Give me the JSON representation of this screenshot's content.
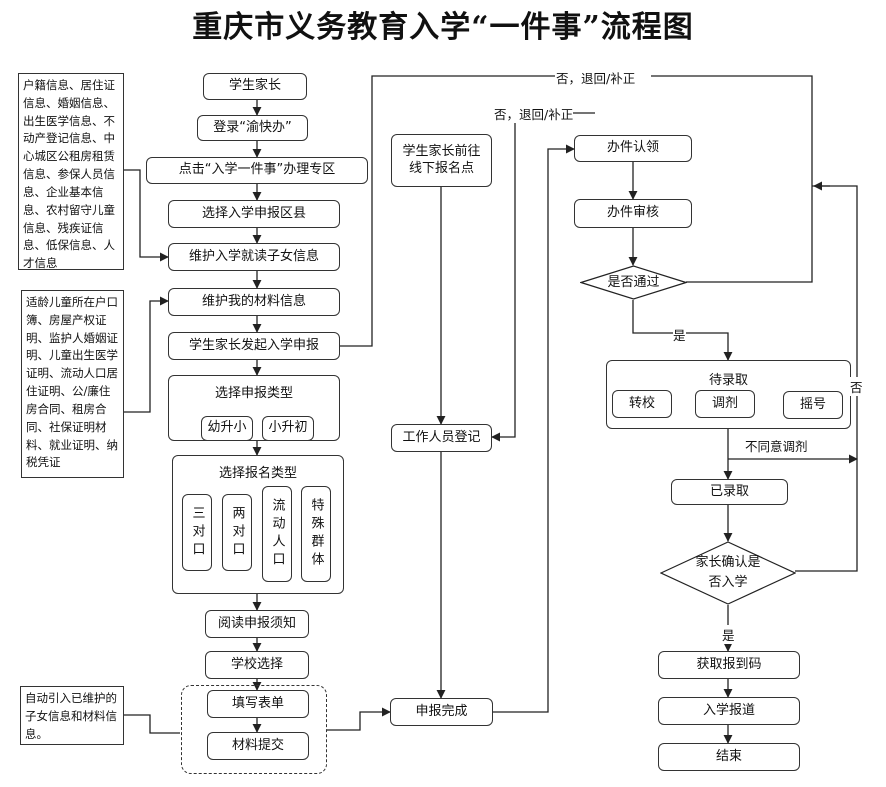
{
  "title": "重庆市义务教育入学“一件事”流程图",
  "notes": {
    "info_sources": "户籍信息、居住证信息、婚姻信息、出生医学信息、不动产登记信息、中心城区公租房租赁信息、参保人员信息、企业基本信息、农村留守儿童信息、残疾证信息、低保信息、人才信息",
    "materials": "适龄儿童所在户口簿、房屋产权证明、监护人婚姻证明、儿童出生医学证明、流动人口居住证明、公/廉住房合同、租房合同、社保证明材料、就业证明、纳税凭证",
    "auto_import": "自动引入已维护的子女信息和材料信息。"
  },
  "left_flow": {
    "parent": "学生家长",
    "login": "登录“渝快办”",
    "click_zone": "点击“入学一件事”办理专区",
    "choose_district": "选择入学申报区县",
    "maintain_child": "维护入学就读子女信息",
    "maintain_materials": "维护我的材料信息",
    "initiate": "学生家长发起入学申报",
    "declare_type": {
      "title": "选择申报类型",
      "options": [
        "幼升小",
        "小升初"
      ]
    },
    "register_type": {
      "title": "选择报名类型",
      "options": [
        "三对口",
        "两对口",
        "流动人口",
        "特殊群体"
      ]
    },
    "read_notice": "阅读申报须知",
    "choose_school": "学校选择",
    "fill_form": "填写表单",
    "submit_materials": "材料提交"
  },
  "middle_flow": {
    "offline": "学生家长前往线下报名点",
    "staff_register": "工作人员登记",
    "complete": "申报完成"
  },
  "right_flow": {
    "claim": "办件认领",
    "review": "办件审核",
    "passed": "是否通过",
    "pending": {
      "title": "待录取",
      "options": [
        "转校",
        "调剂",
        "摇号"
      ]
    },
    "admitted": "已录取",
    "confirm": "家长确认是否入学",
    "get_code": "获取报到码",
    "enroll": "入学报道",
    "end": "结束"
  },
  "labels": {
    "no_return_1": "否，退回/补正",
    "no_return_2": "否，退回/补正",
    "yes_1": "是",
    "yes_2": "是",
    "disagree": "不同意调剂",
    "no": "否"
  }
}
